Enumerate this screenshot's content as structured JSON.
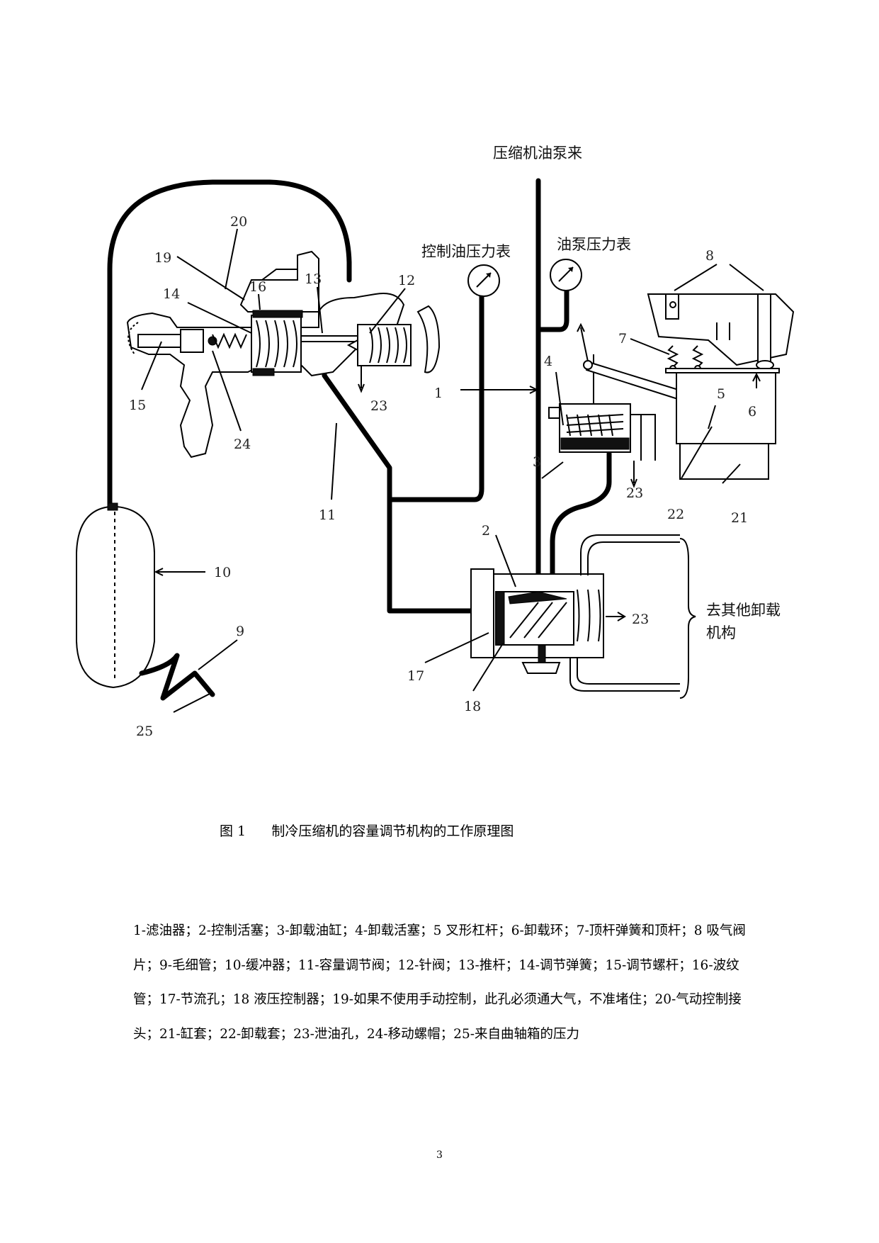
{
  "diagram": {
    "labels": {
      "n1": "1",
      "n2": "2",
      "n3": "3",
      "n4": "4",
      "n5": "5",
      "n6": "6",
      "n7": "7",
      "n8": "8",
      "n9": "9",
      "n10": "10",
      "n11": "11",
      "n12": "12",
      "n13": "13",
      "n14": "14",
      "n15": "15",
      "n16": "16",
      "n17": "17",
      "n18": "18",
      "n19": "19",
      "n20": "20",
      "n21": "21",
      "n22": "22",
      "n23a": "23",
      "n23b": "23",
      "n23c": "23",
      "n24": "24",
      "n25": "25"
    },
    "text": {
      "pump_source": "压缩机油泵来",
      "control_gauge": "控制油压力表",
      "pump_gauge": "油泵压力表",
      "other_unloaders_line1": "去其他卸载",
      "other_unloaders_line2": "机构"
    }
  },
  "caption": {
    "figure_number": "图 1",
    "title": "制冷压缩机的容量调节机构的工作原理图"
  },
  "legend": {
    "text": "1-滤油器；2-控制活塞；3-卸载油缸；4-卸载活塞；5 叉形杠杆；6-卸载环；7-顶杆弹簧和顶杆；8 吸气阀片；9-毛细管；10-缓冲器；11-容量调节阀；12-针阀；13-推杆；14-调节弹簧；15-调节螺杆；16-波纹管；17-节流孔；18 液压控制器；19-如果不使用手动控制，此孔必须通大气，不准堵住；20-气动控制接头；21-缸套；22-卸载套；23-泄油孔，24-移动螺帽；25-来自曲轴箱的压力"
  },
  "page": {
    "number": "3"
  }
}
